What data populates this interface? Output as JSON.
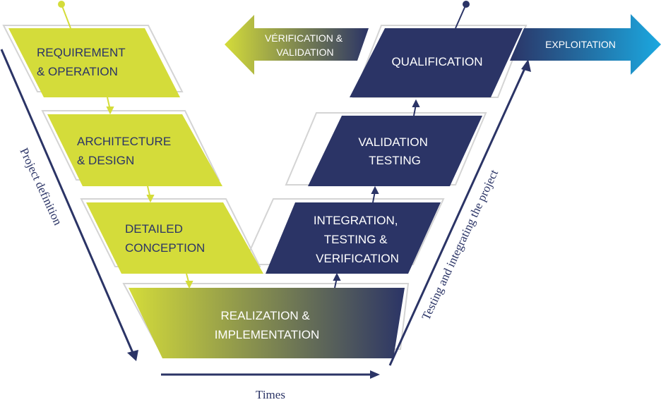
{
  "blocks": {
    "requirement": [
      "REQUIREMENT",
      "& OPERATION"
    ],
    "architecture": [
      "ARCHITECTURE",
      "& DESIGN"
    ],
    "detailed": [
      "DETAILED",
      "CONCEPTION"
    ],
    "realization": [
      "REALIZATION &",
      "IMPLEMENTATION"
    ],
    "integration": [
      "INTEGRATION,",
      "TESTING &",
      "VERIFICATION"
    ],
    "validation": [
      "VALIDATION",
      "TESTING"
    ],
    "qualification": [
      "QUALIFICATION"
    ]
  },
  "arrows": {
    "verification": [
      "VÉRIFICATION &",
      "VALIDATION"
    ],
    "exploitation": "EXPLOITATION"
  },
  "axes": {
    "left": "Project definition",
    "right": "Testing and integrating the project",
    "bottom": "Times"
  },
  "colors": {
    "lime": "#d4dc3a",
    "navy": "#2b3466",
    "light_blue": "#1ba8e0",
    "outline": "#d4d4d4"
  }
}
